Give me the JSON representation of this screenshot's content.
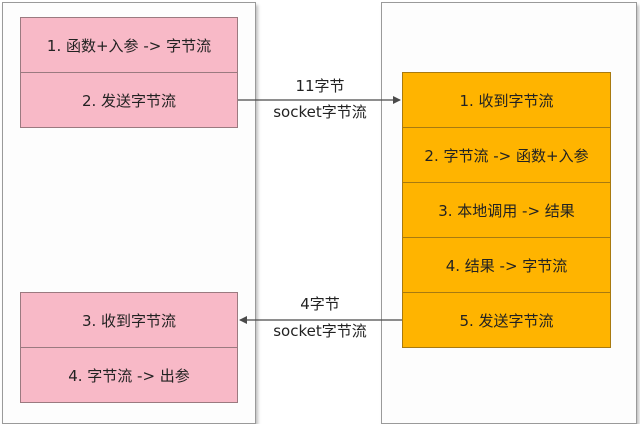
{
  "client": {
    "top_boxes": [
      "1. 函数+入参 -> 字节流",
      "2. 发送字节流"
    ],
    "bottom_boxes": [
      "3. 收到字节流",
      "4. 字节流 -> 出参"
    ]
  },
  "server": {
    "boxes": [
      "1. 收到字节流",
      "2. 字节流 -> 函数+入参",
      "3. 本地调用 -> 结果",
      "4. 结果 -> 字节流",
      "5. 发送字节流"
    ]
  },
  "request_arrow": {
    "line1": "11字节",
    "line2": "socket字节流"
  },
  "response_arrow": {
    "line1": "4字节",
    "line2": "socket字节流"
  },
  "colors": {
    "client_box": "#f8b9c7",
    "server_box": "#ffb400",
    "arrow": "#4a4a4a"
  }
}
